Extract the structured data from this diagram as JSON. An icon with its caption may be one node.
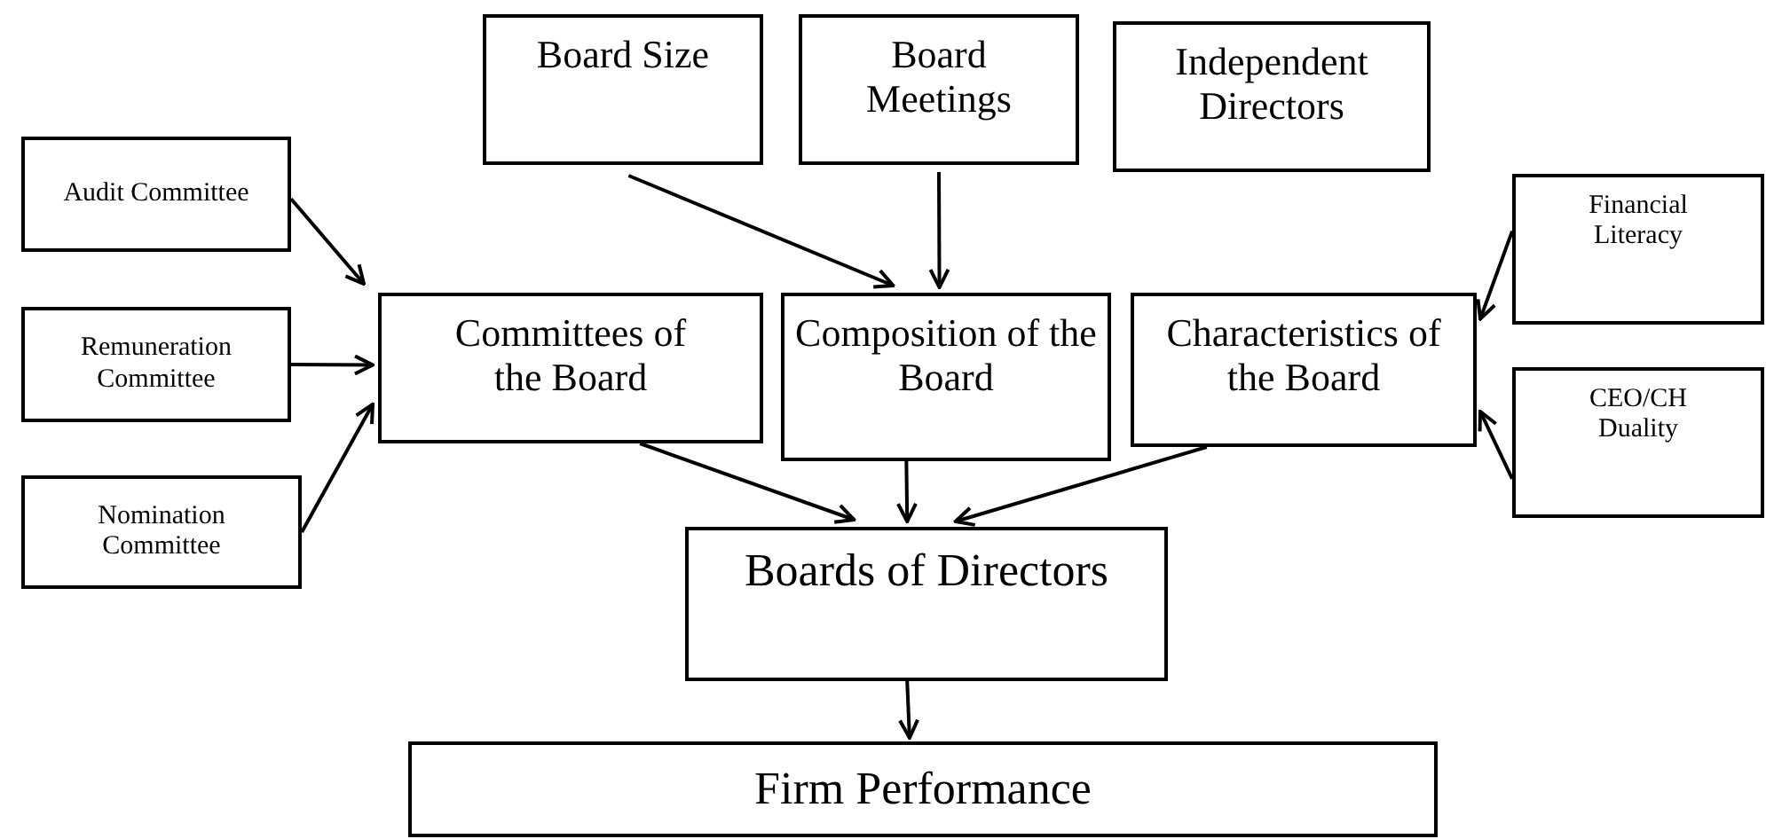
{
  "diagram": {
    "nodes": [
      {
        "text": [
          "Board Size"
        ]
      },
      {
        "text": [
          "Board Meetings"
        ]
      },
      {
        "text": [
          "Independent Directors"
        ]
      },
      {
        "text": [
          "Audit Committee"
        ]
      },
      {
        "text": [
          "Remuneration Committee"
        ]
      },
      {
        "text": [
          "Nomination Committee"
        ]
      },
      {
        "text": [
          "Committees of the Board"
        ]
      },
      {
        "text": [
          "Composition of the Board"
        ]
      },
      {
        "text": [
          "Characteristics of the Board"
        ]
      },
      {
        "text": [
          "Financial Literacy"
        ]
      },
      {
        "text": [
          "CEO/CH Duality"
        ]
      },
      {
        "text": [
          "Boards of Directors"
        ]
      },
      {
        "text": [
          "Firm Performance"
        ]
      }
    ],
    "edges": [
      {
        "from": 3,
        "to": 6,
        "arrow": "to"
      },
      {
        "from": 4,
        "to": 6,
        "arrow": "to"
      },
      {
        "from": 5,
        "to": 6,
        "arrow": "to"
      },
      {
        "from": 0,
        "to": 7,
        "arrow": "to"
      },
      {
        "from": 1,
        "to": 7,
        "arrow": "to"
      },
      {
        "from": 9,
        "to": 8,
        "arrow": "to"
      },
      {
        "from": 10,
        "to": 8,
        "arrow": "to"
      },
      {
        "from": 6,
        "to": 11,
        "arrow": "to"
      },
      {
        "from": 7,
        "to": 11,
        "arrow": "to"
      },
      {
        "from": 8,
        "to": 11,
        "arrow": "to"
      },
      {
        "from": 11,
        "to": 12,
        "arrow": "to"
      }
    ]
  }
}
